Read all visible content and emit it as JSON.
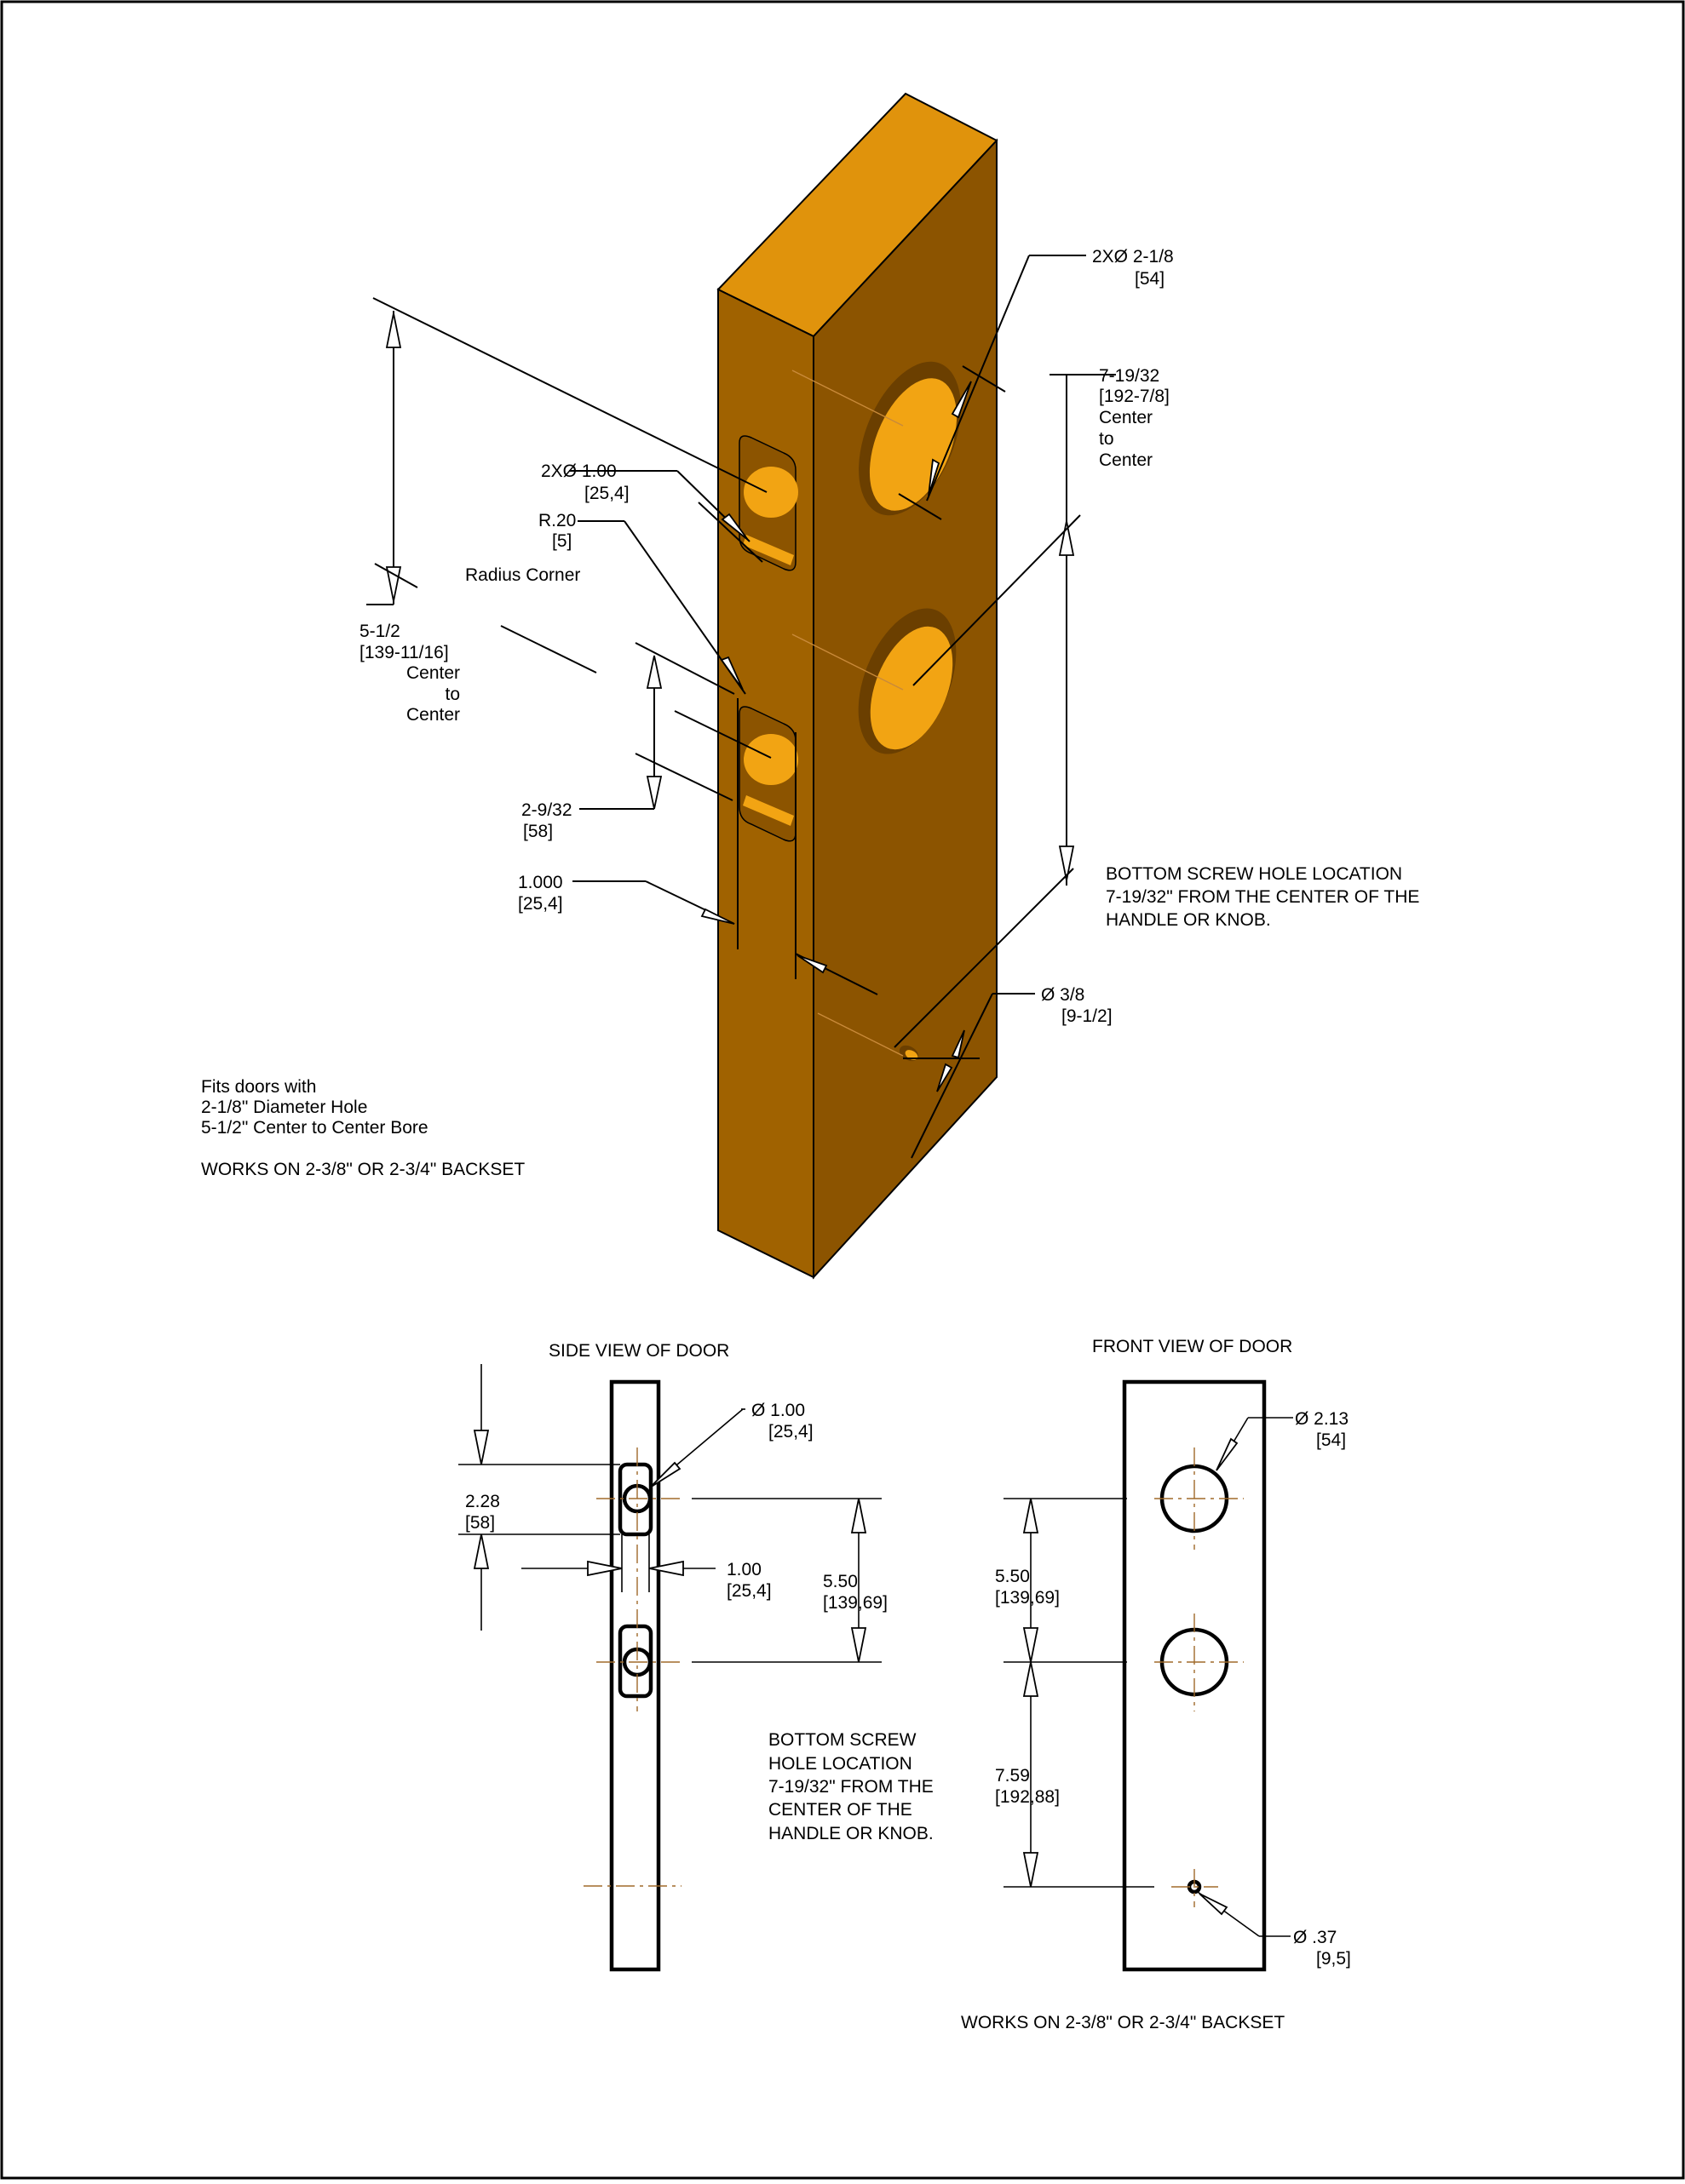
{
  "colors": {
    "block_front": "#a06200",
    "block_top": "#e0930c",
    "block_side": "#8c5400",
    "bore_inner": "#f2a413",
    "bore_shadow": "#6b3f00",
    "centerline": "#a06a2a"
  },
  "iso": {
    "dia_bore_main": "2XØ 2-1/8",
    "dia_bore_main_mm": "[54]",
    "screw_ctc_1": "7-19/32",
    "screw_ctc_2": "[192-7/8]",
    "screw_ctc_3": "Center",
    "screw_ctc_4": "to",
    "screw_ctc_5": "Center",
    "dia_slot": "2XØ 1.00",
    "dia_slot_mm": "[25,4]",
    "radius": "R.20",
    "radius_mm": "[5]",
    "radius_note": "Radius Corner",
    "ctc_1": "5-1/2",
    "ctc_2": "[139-11/16]",
    "ctc_3": "Center",
    "ctc_4": "to",
    "ctc_5": "Center",
    "slot_len": "2-9/32",
    "slot_len_mm": "[58]",
    "slot_width": "1.000",
    "slot_width_mm": "[25,4]",
    "bottom_note_1": "BOTTOM SCREW HOLE LOCATION",
    "bottom_note_2": "7-19/32\" FROM THE CENTER OF THE",
    "bottom_note_3": "HANDLE OR KNOB.",
    "dia_screw": "Ø 3/8",
    "dia_screw_mm": "[9-1/2]",
    "fits_1": "Fits doors with",
    "fits_2": "2-1/8\" Diameter Hole",
    "fits_3": "5-1/2\" Center to Center Bore",
    "works": "WORKS ON 2-3/8\" OR 2-3/4\" BACKSET"
  },
  "side_view": {
    "title": "SIDE VIEW OF DOOR",
    "dia": "Ø 1.00",
    "dia_mm": "[25,4]",
    "slot_len": "2.28",
    "slot_len_mm": "[58]",
    "width": "1.00",
    "width_mm": "[25,4]",
    "ctc": "5.50",
    "ctc_mm": "[139,69]"
  },
  "front_view": {
    "title": "FRONT VIEW OF DOOR",
    "dia": "Ø 2.13",
    "dia_mm": "[54]",
    "ctc": "5.50",
    "ctc_mm": "[139,69]",
    "screw": "7.59",
    "screw_mm": "[192,88]",
    "dia_screw": "Ø .37",
    "dia_screw_mm": "[9,5]"
  },
  "middle_note": {
    "l1": "BOTTOM SCREW",
    "l2": "HOLE LOCATION",
    "l3": "7-19/32\" FROM THE",
    "l4": "CENTER OF THE",
    "l5": "HANDLE OR KNOB."
  },
  "footer_note": "WORKS ON 2-3/8\" OR 2-3/4\" BACKSET"
}
